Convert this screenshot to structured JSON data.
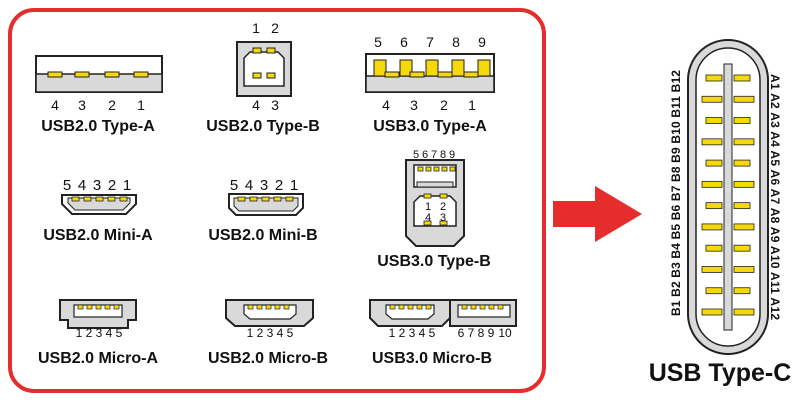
{
  "connectors": {
    "usb20_type_a": {
      "label": "USB2.0 Type-A",
      "pins": [
        "4",
        "3",
        "2",
        "1"
      ]
    },
    "usb20_type_b": {
      "label": "USB2.0 Type-B",
      "pins_top": [
        "1",
        "2"
      ],
      "pins_bottom": [
        "4",
        "3"
      ]
    },
    "usb30_type_a": {
      "label": "USB3.0 Type-A",
      "pins_top": [
        "5",
        "6",
        "7",
        "8",
        "9"
      ],
      "pins_bottom": [
        "4",
        "3",
        "2",
        "1"
      ]
    },
    "usb20_mini_a": {
      "label": "USB2.0 Mini-A",
      "pins": [
        "5",
        "4",
        "3",
        "2",
        "1"
      ]
    },
    "usb20_mini_b": {
      "label": "USB2.0 Mini-B",
      "pins": [
        "5",
        "4",
        "3",
        "2",
        "1"
      ]
    },
    "usb30_type_b": {
      "label": "USB3.0 Type-B",
      "pins_top": [
        "5",
        "6",
        "7",
        "8",
        "9"
      ],
      "pins_inner_top": [
        "1",
        "2"
      ],
      "pins_inner_bottom": [
        "4",
        "3"
      ]
    },
    "usb20_micro_a": {
      "label": "USB2.0 Micro-A",
      "pins": [
        "1",
        "2",
        "3",
        "4",
        "5"
      ]
    },
    "usb20_micro_b": {
      "label": "USB2.0 Micro-B",
      "pins": [
        "1",
        "2",
        "3",
        "4",
        "5"
      ]
    },
    "usb30_micro_b": {
      "label": "USB3.0 Micro-B",
      "pins_left": [
        "1",
        "2",
        "3",
        "4",
        "5"
      ],
      "pins_right": [
        "6",
        "7",
        "8",
        "9",
        "10"
      ]
    }
  },
  "usb_c": {
    "label": "USB Type-C",
    "row_a": [
      "A1",
      "A2",
      "A3",
      "A4",
      "A5",
      "A6",
      "A7",
      "A8",
      "A9",
      "A10",
      "A11",
      "A12"
    ],
    "row_b": [
      "B1",
      "B2",
      "B3",
      "B4",
      "B5",
      "B6",
      "B7",
      "B8",
      "B9",
      "B10",
      "B11",
      "B12"
    ]
  },
  "colors": {
    "frame": "#e52d2d",
    "arrow": "#e52d2d",
    "pin": "#f5d90a",
    "shell": "#d9d9d9",
    "outline": "#222222"
  }
}
